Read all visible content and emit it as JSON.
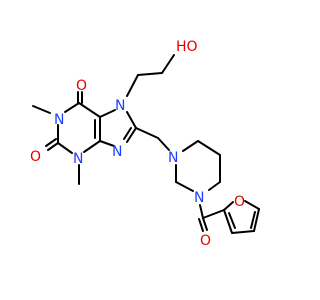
{
  "colors": {
    "carbon": "#000000",
    "oxygen": "#e60000",
    "nitrogen": "#1f3fff",
    "background": "#ffffff"
  },
  "labels": {
    "hydroxyl": "HO",
    "o6": "O",
    "o2": "O",
    "n1": "N",
    "n3": "N",
    "n7": "N",
    "n9": "N",
    "pip_n_top": "N",
    "pip_n_bottom": "N",
    "carbonyl_o": "O",
    "furan_o": "O"
  }
}
